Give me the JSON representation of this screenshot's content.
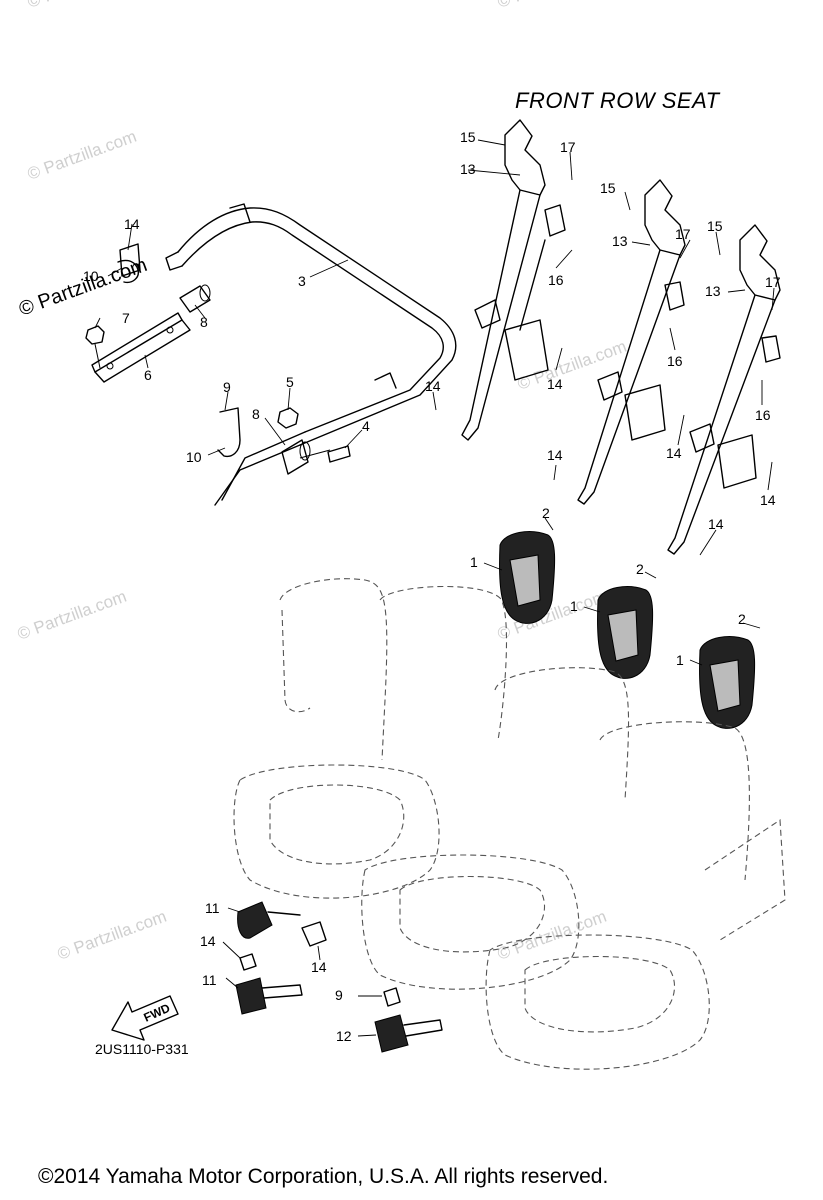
{
  "title": "FRONT ROW SEAT",
  "diagram_code": "2US1110-P331",
  "copyright": "©2014 Yamaha Motor Corporation, U.S.A. All rights reserved.",
  "watermark": "© Partzilla.com",
  "fwd_label": "FWD",
  "callouts": [
    "1",
    "1",
    "1",
    "2",
    "2",
    "2",
    "3",
    "4",
    "5",
    "6",
    "7",
    "8",
    "8",
    "9",
    "9",
    "10",
    "10",
    "11",
    "11",
    "12",
    "13",
    "13",
    "13",
    "14",
    "14",
    "14",
    "14",
    "14",
    "14",
    "14",
    "14",
    "14",
    "15",
    "15",
    "15",
    "16",
    "16",
    "16",
    "17",
    "17",
    "17"
  ]
}
